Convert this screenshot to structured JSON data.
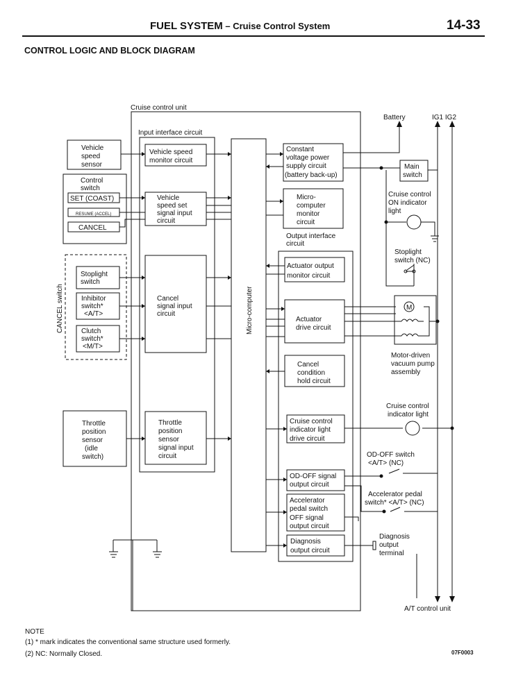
{
  "header": {
    "title_main": "FUEL SYSTEM",
    "title_dash": " – ",
    "title_sub": "Cruise Control System",
    "page": "14-33"
  },
  "section_title": "CONTROL LOGIC AND BLOCK DIAGRAM",
  "labels": {
    "cruise_control_unit": "Cruise control unit",
    "input_interface": "Input interface circuit",
    "output_interface": [
      "Output interface",
      "circuit"
    ],
    "microcomputer": "Micro-computer",
    "cancel_switch": "CANCEL switch",
    "battery": "Battery",
    "ig": "IG1 IG2",
    "at_control_unit": "A/T control unit"
  },
  "inputs": {
    "vehicle_speed_sensor": [
      "Vehicle",
      "speed",
      "sensor"
    ],
    "control_switch": [
      "Control",
      "switch"
    ],
    "set_coast": "SET (COAST)",
    "resume_accel": "RESUME (ACCEL)",
    "cancel": "CANCEL",
    "stoplight_switch": [
      "Stoplight",
      "switch"
    ],
    "inhibitor_switch": [
      "Inhibitor",
      "switch*",
      "<A/T>"
    ],
    "clutch_switch": [
      "Clutch",
      "switch*",
      "<M/T>"
    ],
    "throttle_sensor": [
      "Throttle",
      "position",
      "sensor",
      "(idle",
      "switch)"
    ]
  },
  "input_circuits": {
    "speed_monitor": [
      "Vehicle speed",
      "monitor circuit"
    ],
    "speed_set": [
      "Vehicle",
      "speed set",
      "signal input",
      "circuit"
    ],
    "cancel_input": [
      "Cancel",
      "signal input",
      "circuit"
    ],
    "throttle_input": [
      "Throttle",
      "position",
      "sensor",
      "signal input",
      "circuit"
    ]
  },
  "output_circuits": {
    "constant_voltage": [
      "Constant",
      "voltage power",
      "supply  circuit",
      "(battery back-up)"
    ],
    "micro_monitor": [
      "Micro-",
      "computer",
      "monitor",
      "circuit"
    ],
    "actuator_monitor": [
      "Actuator output",
      "monitor circuit"
    ],
    "actuator_drive": [
      "Actuator",
      "drive circuit"
    ],
    "cancel_hold": [
      "Cancel",
      "condition",
      "hold circuit"
    ],
    "indicator_drive": [
      "Cruise  control",
      "indicator light",
      "drive circuit"
    ],
    "od_off_output": [
      "OD-OFF signal",
      "output  circuit"
    ],
    "accel_off_output": [
      "Accelerator",
      "pedal switch",
      "OFF  signal",
      "output  circuit"
    ],
    "diagnosis_output": [
      "Diagnosis",
      "output  circuit"
    ]
  },
  "external": {
    "main_switch": [
      "Main",
      "switch"
    ],
    "on_indicator": [
      "Cruise control",
      "ON indicator",
      "light"
    ],
    "stoplight_nc": [
      "Stoplight",
      "switch (NC)"
    ],
    "vacuum_pump": [
      "Motor-driven",
      "vacuum pump",
      "assembly"
    ],
    "motor_symbol": "M",
    "indicator_light": [
      "Cruise control",
      "indicator light"
    ],
    "od_off_switch": [
      "OD-OFF switch",
      "<A/T>  (NC)"
    ],
    "accel_pedal_switch": [
      "Accelerator pedal",
      "switch* <A/T> (NC)"
    ],
    "diagnosis_terminal": [
      "Diagnosis",
      "output",
      "terminal"
    ]
  },
  "notes": {
    "heading": "NOTE",
    "n1": "(1)   * mark indicates the conventional same structure used formerly.",
    "n2": "(2)   NC: Normally Closed."
  },
  "figure_code": "07F0003"
}
